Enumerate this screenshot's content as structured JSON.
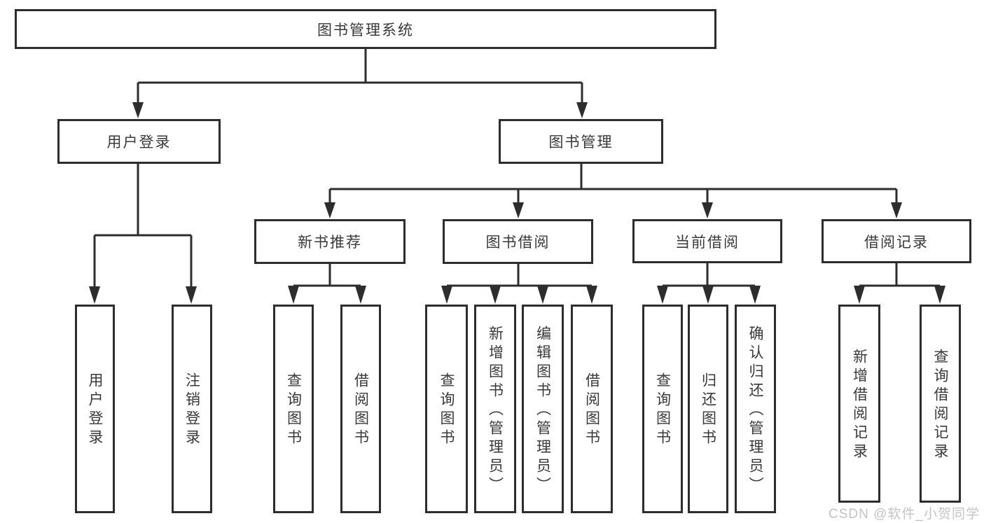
{
  "colors": {
    "line": "#2d2d2d",
    "text": "#38383d",
    "background": "#ffffff",
    "watermark": "#c3c3c3"
  },
  "watermark": {
    "text": "CSDN @软件_小贺同学"
  },
  "tree": {
    "root": {
      "label": "图书管理系统"
    },
    "login": {
      "label": "用户登录",
      "children": [
        "用户登录",
        "注销登录"
      ]
    },
    "mgmt": {
      "label": "图书管理",
      "groups": [
        {
          "label": "新书推荐",
          "children": [
            "查询图书",
            "借阅图书"
          ]
        },
        {
          "label": "图书借阅",
          "children": [
            "查询图书",
            "新增图书（管理员）",
            "编辑图书（管理员）",
            "借阅图书"
          ]
        },
        {
          "label": "当前借阅",
          "children": [
            "查询图书",
            "归还图书",
            "确认归还（管理员）"
          ]
        },
        {
          "label": "借阅记录",
          "children": [
            "新增借阅记录",
            "查询借阅记录"
          ]
        }
      ]
    }
  }
}
